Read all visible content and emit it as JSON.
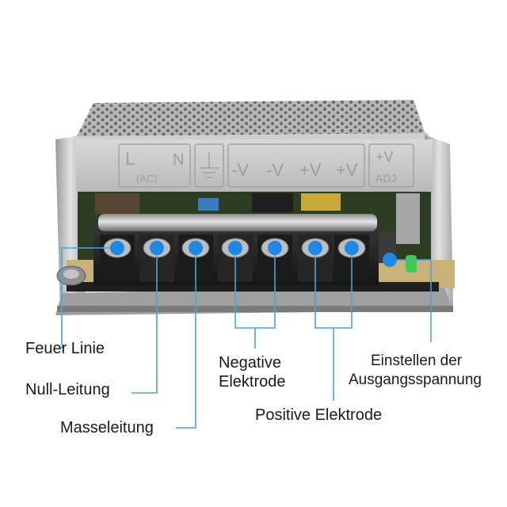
{
  "casing_markings": {
    "ac_l": "L",
    "ac_ac": "(AC)",
    "ac_n": "N",
    "v_minus_1": "-V",
    "v_minus_2": "-V",
    "v_plus_1": "+V",
    "v_plus_2": "+V",
    "adj_v": "+V",
    "adj_label": "ADJ"
  },
  "labels": {
    "feuer_linie": "Feuer Linie",
    "null_leitung": "Null-Leitung",
    "masseleitung": "Masseleitung",
    "negative_1": "Negative",
    "negative_2": "Elektrode",
    "positive": "Positive Elektrode",
    "einstellen_1": "Einstellen der",
    "einstellen_2": "Ausgangsspannung"
  },
  "colors": {
    "marker": "#1e88e5",
    "callout_line": "#4aa3df",
    "terminal_block": "#2a2a2a",
    "casing": "#c9c9c9",
    "pcb": "#3a5a2a",
    "led": "#3ecf4a"
  },
  "terminals": [
    {
      "name": "L"
    },
    {
      "name": "N"
    },
    {
      "name": "earth"
    },
    {
      "name": "-V"
    },
    {
      "name": "-V"
    },
    {
      "name": "+V"
    },
    {
      "name": "+V"
    }
  ]
}
